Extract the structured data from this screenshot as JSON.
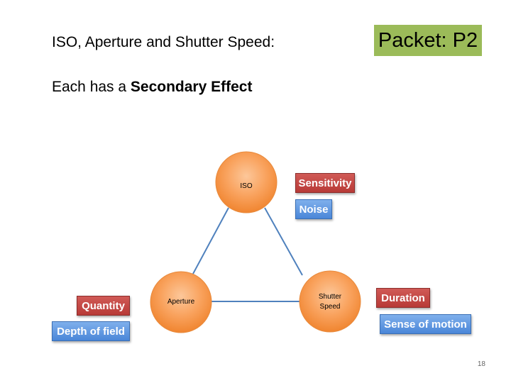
{
  "slide": {
    "title": "ISO, Aperture and Shutter Speed:",
    "subtitle_prefix": "Each has a ",
    "subtitle_bold": "Secondary Effect",
    "packet": "Packet: P2",
    "page_number": "18"
  },
  "diagram": {
    "nodes": {
      "iso": {
        "label": "ISO"
      },
      "aperture": {
        "label": "Aperture"
      },
      "shutter_line1": "Shutter",
      "shutter_line2": "Speed"
    },
    "tags": {
      "sensitivity": "Sensitivity",
      "noise": "Noise",
      "quantity": "Quantity",
      "depth_of_field": "Depth of field",
      "duration": "Duration",
      "sense_of_motion": "Sense of motion"
    }
  },
  "colors": {
    "packet_badge": "#9bbb59",
    "node_fill": "#f79646",
    "connector": "#4f81bd",
    "red_tag": "#c0504d",
    "blue_tag": "#4f81bd"
  }
}
